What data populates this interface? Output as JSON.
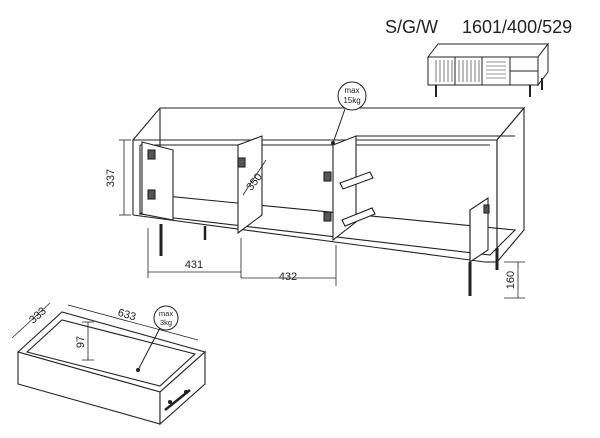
{
  "header": {
    "colors": "S/G/W",
    "dimensions": "1601/400/529"
  },
  "cabinet": {
    "height": "337",
    "inner_depth": "350",
    "width_left": "431",
    "width_right": "432",
    "leg_height": "160",
    "max_load_line1": "max",
    "max_load_line2": "15kg"
  },
  "drawer": {
    "depth": "333",
    "width": "633",
    "height": "97",
    "max_load_line1": "max",
    "max_load_line2": "3kg"
  },
  "colors": {
    "line": "#222222",
    "dim": "#555555"
  }
}
